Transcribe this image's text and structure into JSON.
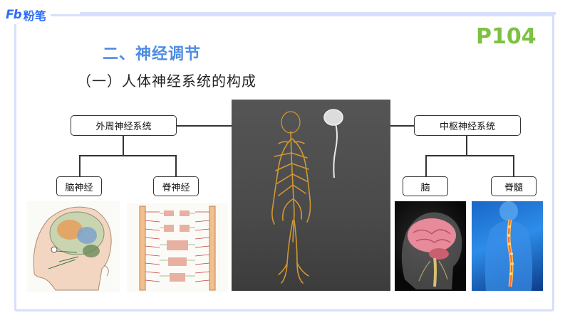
{
  "header": {
    "logo_mark": "Fb",
    "logo_text": "粉笔",
    "page_code": "P104"
  },
  "title": {
    "section": "二、神经调节",
    "subsection": "（一）人体神经系统的构成"
  },
  "diagram": {
    "peripheral": {
      "label": "外周神经系统",
      "children": [
        "脑神经",
        "脊神经"
      ]
    },
    "central": {
      "label": "中枢神经系统",
      "children": [
        "脑",
        "脊髓"
      ]
    }
  },
  "colors": {
    "brand_blue": "#2f6cf6",
    "title_blue": "#4e8ce3",
    "page_code_green": "#7dc142",
    "frame": "#d7e0fb",
    "nerve_orange": "#e0a030"
  }
}
